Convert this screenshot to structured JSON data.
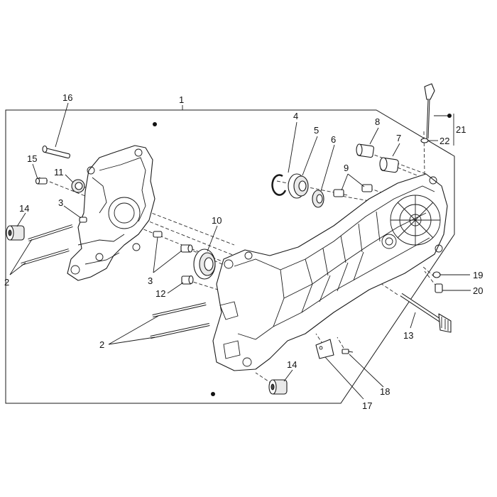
{
  "diagram": {
    "labels": {
      "l1": "1",
      "l2a": "2",
      "l2b": "2",
      "l3a": "3",
      "l3b": "3",
      "l4": "4",
      "l5": "5",
      "l6": "6",
      "l7": "7",
      "l8": "8",
      "l9": "9",
      "l10": "10",
      "l11": "11",
      "l12": "12",
      "l13": "13",
      "l14a": "14",
      "l14b": "14",
      "l15": "15",
      "l16": "16",
      "l17": "17",
      "l18": "18",
      "l19": "19",
      "l20": "20",
      "l21": "21",
      "l22": "22"
    }
  }
}
